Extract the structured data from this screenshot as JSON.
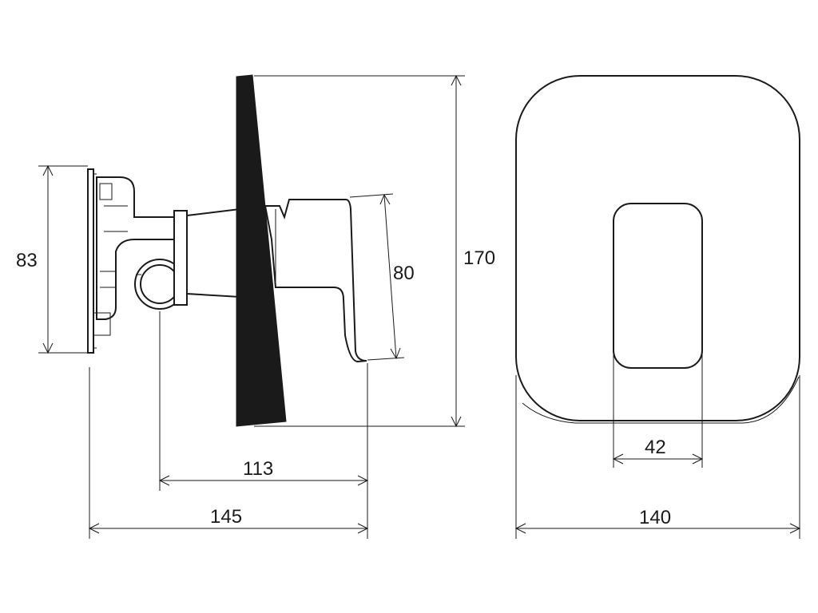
{
  "dimensions": {
    "flange_height": "83",
    "lever_height": "80",
    "total_height": "170",
    "depth_to_handle_tip": "113",
    "total_depth": "145",
    "cover_opening_width": "42",
    "cover_plate_width": "140"
  },
  "colors": {
    "line": "#1a1a1a",
    "background": "#ffffff"
  }
}
